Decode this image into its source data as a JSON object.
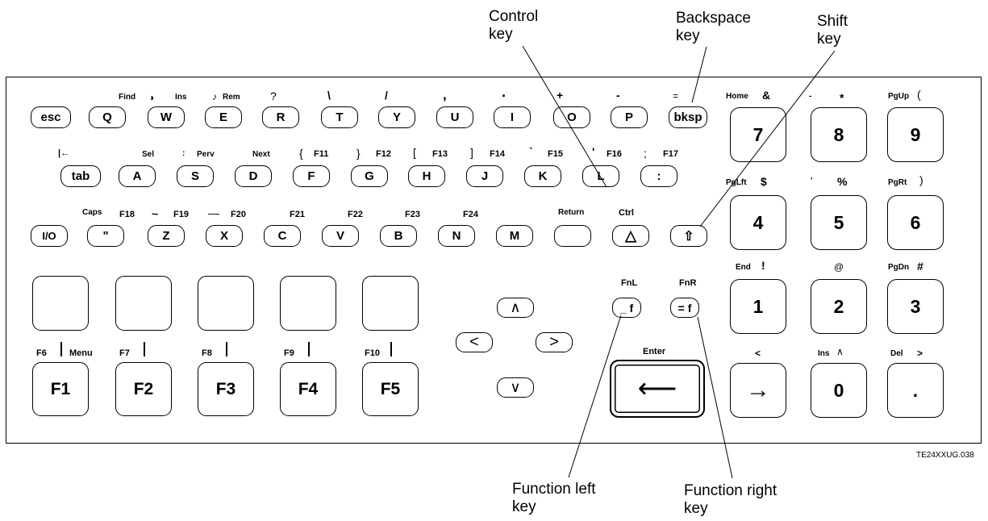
{
  "callouts": {
    "control": "Control\nkey",
    "backspace": "Backspace\nkey",
    "shift": "Shift\nkey",
    "fn_left": "Function left\nkey",
    "fn_right": "Function right\nkey"
  },
  "figure_code": "TE24XXUG.038",
  "row1": {
    "keys": [
      "esc",
      "Q",
      "W",
      "E",
      "R",
      "T",
      "Y",
      "U",
      "I",
      "O",
      "P",
      "bksp"
    ],
    "sub": {
      "q": "Find",
      "w_icon": "◑",
      "w": "Ins",
      "e_icon": "♪",
      "e": "Rem",
      "r": "?",
      "t": "\\",
      "y": "/",
      "u": ",",
      "i": "·",
      "o": "+",
      "p": "-",
      "bksp": "="
    }
  },
  "row2": {
    "keys": [
      "tab",
      "A",
      "S",
      "D",
      "F",
      "G",
      "H",
      "J",
      "K",
      "L",
      ":"
    ],
    "sub": {
      "tab": "|←",
      "a": "Sel",
      "s1": ":",
      "s2": "Perv",
      "d": "Next",
      "f1": "{",
      "f2": "F11",
      "g1": "}",
      "g2": "F12",
      "h1": "[",
      "h2": "F13",
      "j1": "]",
      "j2": "F14",
      "k1": "`",
      "k2": "F15",
      "l1": "'",
      "l2": "F16",
      "c1": ";",
      "c2": "F17"
    }
  },
  "row3": {
    "keys": [
      "I/O",
      "\"",
      "Z",
      "X",
      "C",
      "V",
      "B",
      "N",
      "M",
      "",
      "△",
      "⇧"
    ],
    "sub": {
      "q1": "Caps",
      "q2": "F18",
      "z1": "~",
      "z2": "F19",
      "x1": "—",
      "x2": "F20",
      "c": "F21",
      "v": "F22",
      "b": "F23",
      "n": "F24",
      "ret": "Return",
      "ctrl": "Ctrl"
    }
  },
  "fkeys": {
    "labels": [
      "F1",
      "F2",
      "F3",
      "F4",
      "F5"
    ],
    "sub": [
      "F6",
      "Menu",
      "F7",
      "F8",
      "F9",
      "F10"
    ]
  },
  "arrows": {
    "up": "∧",
    "left": "<",
    "right": ">",
    "down": "∨"
  },
  "fn": {
    "fnl_label": "FnL",
    "fnr_label": "FnR",
    "fnl_key": "_ f",
    "fnr_key": "= f",
    "enter_label": "Enter",
    "enter_key": "⟵"
  },
  "numpad": {
    "keys": [
      "7",
      "8",
      "9",
      "4",
      "5",
      "6",
      "1",
      "2",
      "3",
      "→",
      "0",
      "."
    ],
    "sub": {
      "k7a": "Home",
      "k7b": "&",
      "k8a": "-",
      "k8b": "*",
      "k9a": "PgUp",
      "k9b": "(",
      "k4a": "PgLft",
      "k4b": "$",
      "k5a": "'",
      "k5b": "%",
      "k6a": "PgRt",
      "k6b": ")",
      "k1a": "End",
      "k1b": "!",
      "k2b": "@",
      "k3a": "PgDn",
      "k3b": "#",
      "k0l": "<",
      "k0a": "Ins",
      "k0b": "∧",
      "kda": "Del",
      "kdb": ">"
    }
  }
}
